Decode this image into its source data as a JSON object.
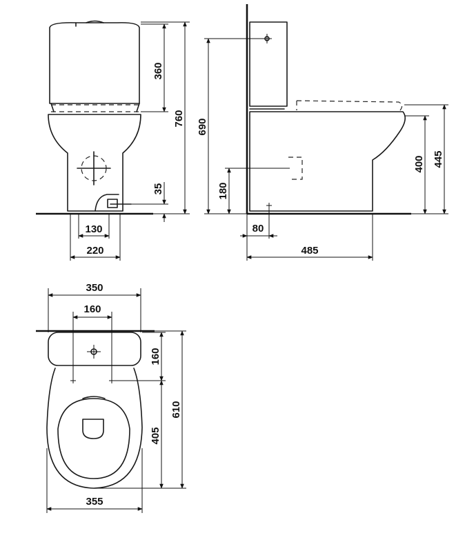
{
  "dimensions": {
    "front_tank_height": "360",
    "front_total_height": "760",
    "front_outlet_height": "35",
    "front_outlet_width": "130",
    "front_base_width": "220",
    "side_height": "690",
    "side_inlet_height": "180",
    "side_wall_offset": "80",
    "side_depth": "485",
    "side_seat_height": "400",
    "side_rim_height": "445",
    "top_width": "350",
    "top_fixing_span": "160",
    "top_tank_depth": "160",
    "top_total_depth": "610",
    "top_bowl_depth": "405",
    "top_bowl_width": "355"
  },
  "colors": {
    "line": "#1a1a1a",
    "background": "#ffffff"
  }
}
